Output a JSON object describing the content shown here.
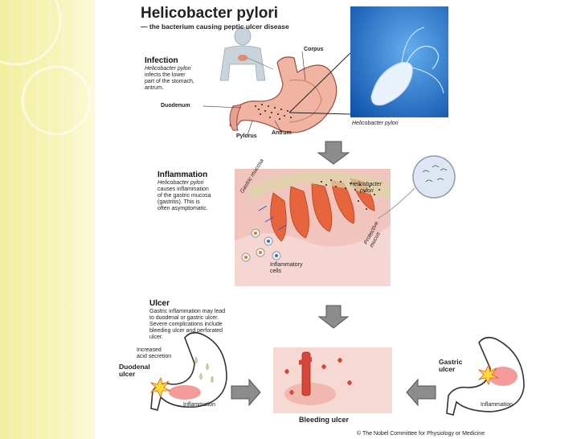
{
  "title": "Helicobacter pylori",
  "subtitle": "— the bacterium causing peptic ulcer disease",
  "infection": {
    "heading": "Infection",
    "body_line1": "Helicobacter pylori",
    "body_line2": "infects the lower",
    "body_line3": "part of the stomach,",
    "body_line4": "antrum.",
    "labels": {
      "corpus": "Corpus",
      "duodenum": "Duodenum",
      "pylorus": "Pylorus",
      "antrum": "Antrum"
    },
    "micrograph_caption": "Helicobacter pylori"
  },
  "inflammation": {
    "heading": "Inflammation",
    "body_line1": "Helicobacter pylori",
    "body_line2": "causes inflammation",
    "body_line3": "of the gastric mucosa",
    "body_line4": "(gastritis). This is",
    "body_line5": "often asymptomatic.",
    "labels": {
      "gastric_mucosa": "Gastric mucosa",
      "helicobacter_line1": "Helicobacter",
      "helicobacter_line2": "pylori",
      "protective_line1": "Protective",
      "protective_line2": "mucus",
      "inflammatory_line1": "Inflammatory",
      "inflammatory_line2": "cells"
    }
  },
  "ulcer": {
    "heading": "Ulcer",
    "body_line1": "Gastric inflammation may lead",
    "body_line2": "to duodenal or gastric ulcer.",
    "body_line3": "Severe complications include",
    "body_line4": "bleeding ulcer and perforated",
    "body_line5": "ulcer.",
    "labels": {
      "increased_line1": "Increased",
      "increased_line2": "acid secretion",
      "duodenal_line1": "Duodenal",
      "duodenal_line2": "ulcer",
      "gastric_line1": "Gastric",
      "gastric_line2": "ulcer",
      "inflammation_left": "Inflammation",
      "inflammation_right": "Inflammation",
      "bleeding_ulcer": "Bleeding ulcer"
    }
  },
  "credit": "© The Nobel Committee for Physiology or Medicine",
  "colors": {
    "sidebar": "#f3f1a8",
    "stomach": "#f3b8a6",
    "arrow": "#8c8c8c",
    "micrograph_bg": "#2a7ad0"
  }
}
